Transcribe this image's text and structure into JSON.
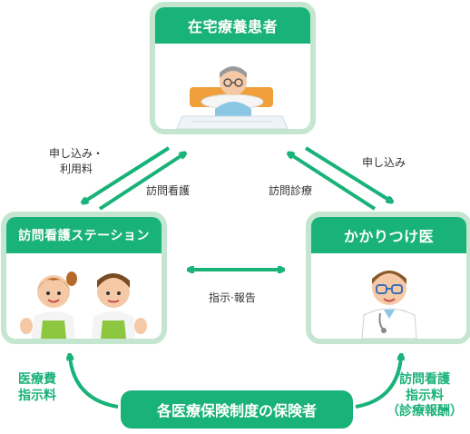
{
  "nodes": {
    "patient": "在宅療養患者",
    "station": "訪問看護ステーション",
    "doctor": "かかりつけ医",
    "insurer": "各医療保険制度の保険者"
  },
  "edges": {
    "station_to_patient_label_1": "申し込み・",
    "station_to_patient_label_2": "利用料",
    "patient_to_station_label": "訪問看護",
    "doctor_to_patient_label": "訪問診療",
    "patient_to_doctor_label": "申し込み",
    "station_doctor_label": "指示·報告",
    "insurer_to_station_label_1": "医療費",
    "insurer_to_station_label_2": "指示料",
    "insurer_to_doctor_label_1": "訪問看護",
    "insurer_to_doctor_label_2": "指示料",
    "insurer_to_doctor_label_3": "（診療報酬）"
  },
  "colors": {
    "accent": "#19b279",
    "card_border": "#c4e6d0",
    "apron_green": "#8dc63f"
  },
  "icons": [
    "patient-in-bed-illustration",
    "two-nurses-illustration",
    "doctor-illustration"
  ]
}
